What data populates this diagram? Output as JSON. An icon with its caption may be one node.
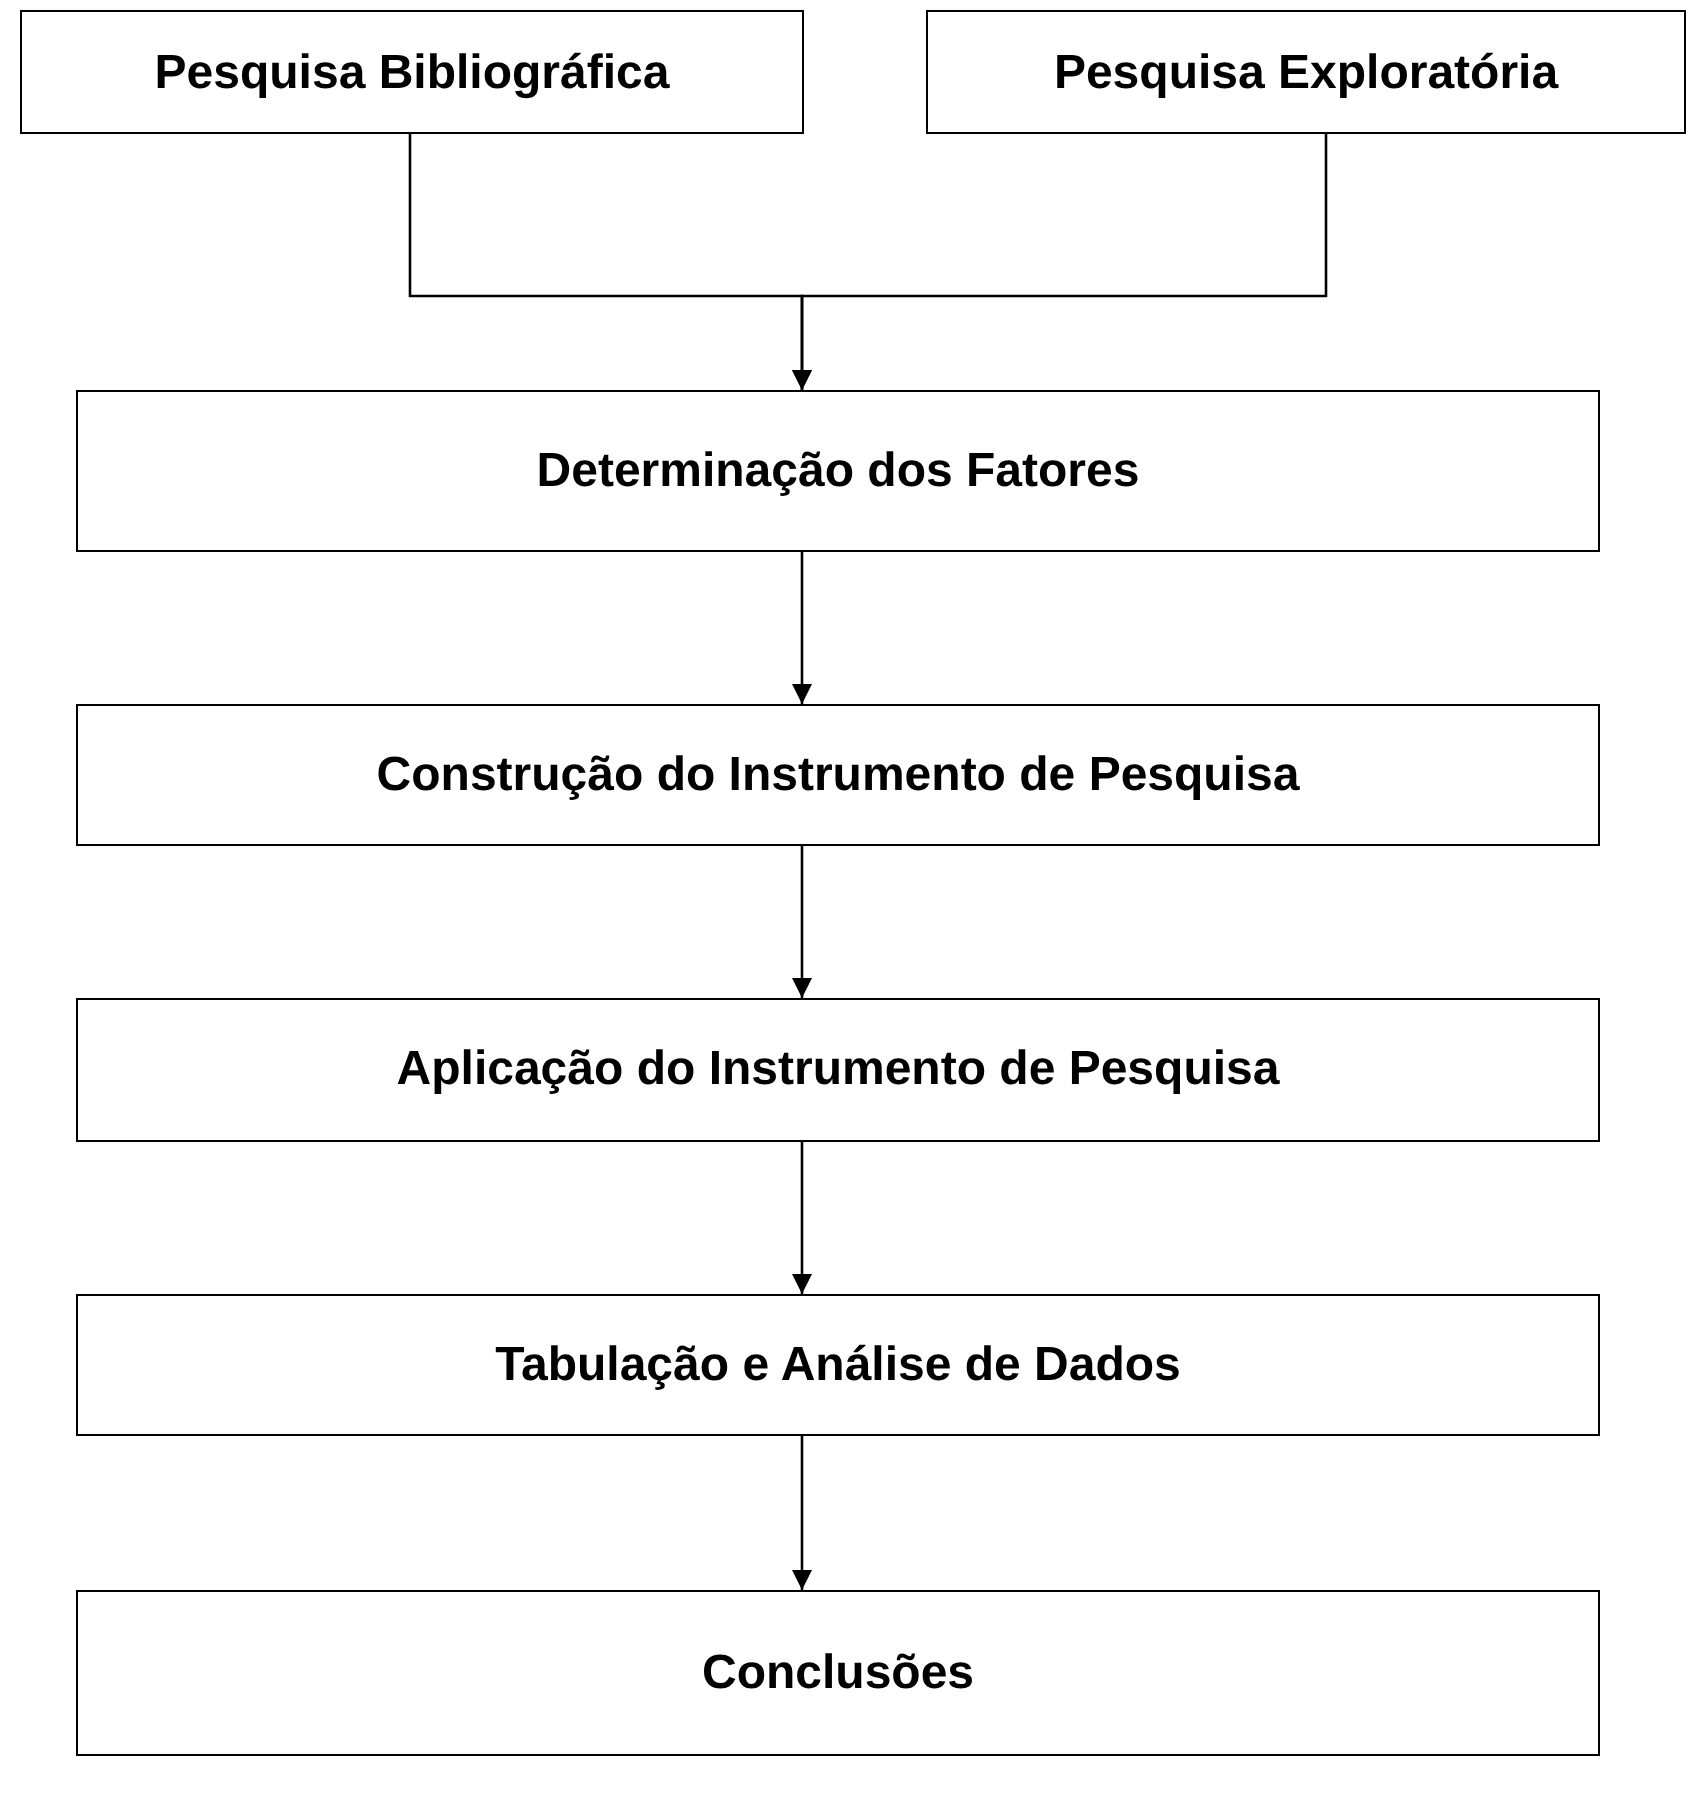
{
  "diagram": {
    "nodes": [
      {
        "text": [
          "Pesquisa Bibliográfica"
        ]
      },
      {
        "text": [
          "Pesquisa Exploratória"
        ]
      },
      {
        "text": [
          "Determinação dos Fatores"
        ]
      },
      {
        "text": [
          "Construção do Instrumento de Pesquisa"
        ]
      },
      {
        "text": [
          "Aplicação do Instrumento de Pesquisa"
        ]
      },
      {
        "text": [
          "Tabulação e Análise de Dados"
        ]
      },
      {
        "text": [
          "Conclusões"
        ]
      }
    ],
    "edges": [
      {
        "from": 0,
        "to": 2,
        "arrow": "to"
      },
      {
        "from": 1,
        "to": 2,
        "arrow": "to"
      },
      {
        "from": 2,
        "to": 3,
        "arrow": "to"
      },
      {
        "from": 3,
        "to": 4,
        "arrow": "to"
      },
      {
        "from": 4,
        "to": 5,
        "arrow": "to"
      },
      {
        "from": 5,
        "to": 6,
        "arrow": "to"
      }
    ]
  }
}
